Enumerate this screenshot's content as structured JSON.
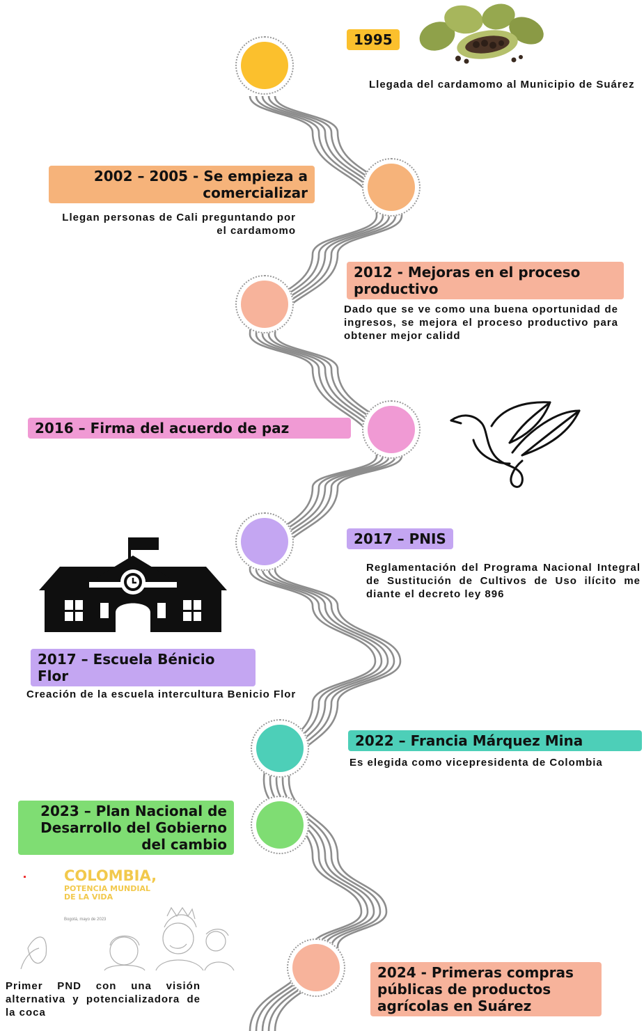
{
  "colors": {
    "yellow": "#fbc02d",
    "orange": "#f6b37a",
    "salmon": "#f7b39b",
    "pink": "#f09ad4",
    "purple": "#c4a6f2",
    "teal": "#4dcfb8",
    "green": "#7fdd73",
    "road": "#8d8d8d"
  },
  "timeline": {
    "e1995": {
      "title": "1995",
      "desc": "Llegada del cardamomo al Municipio de Suárez"
    },
    "e2002": {
      "title": "2002 –  2005 -  Se empieza a comercializar",
      "desc": "Llegan personas de Cali preguntando por el cardamomo"
    },
    "e2012": {
      "title": "2012  - Mejoras en el proceso productivo",
      "desc": "Dado que se ve como una buena oportunidad de ingresos, se mejora el proceso productivo para obtener mejor calidd"
    },
    "e2016": {
      "title": "2016 – Firma del acuerdo de paz"
    },
    "e2017a": {
      "title": "2017 – PNIS",
      "desc": "Reglamentación del Programa Nacional Integral de Sustitución de Cultivos de Uso ilícito me diante el decreto ley 896"
    },
    "e2017b": {
      "title": "2017 – Escuela Bénicio Flor",
      "desc": "Creación de la escuela intercultura Benicio Flor"
    },
    "e2022": {
      "title": "2022 –  Francia Márquez Mina",
      "desc": "Es elegida como vicepresidenta de Colombia"
    },
    "e2023": {
      "title": "2023 – Plan Nacional de Desarrollo del Gobierno del cambio",
      "desc": "Primer PND con una visión alternativa y potencializadora de la coca"
    },
    "e2024": {
      "title": "2024 - Primeras compras públicas de productos agrícolas en Suárez"
    }
  },
  "pnd_cover": {
    "title": "COLOMBIA,",
    "subtitle1": "POTENCIA MUNDIAL",
    "subtitle2": "DE LA VIDA",
    "place_date": "Bogotá, mayo de 2023"
  },
  "icons": {
    "cardamom": "cardamom-photo",
    "dove": "dove-leaf-icon",
    "school": "school-building-icon",
    "pnd": "pnd-cover-illustration"
  }
}
